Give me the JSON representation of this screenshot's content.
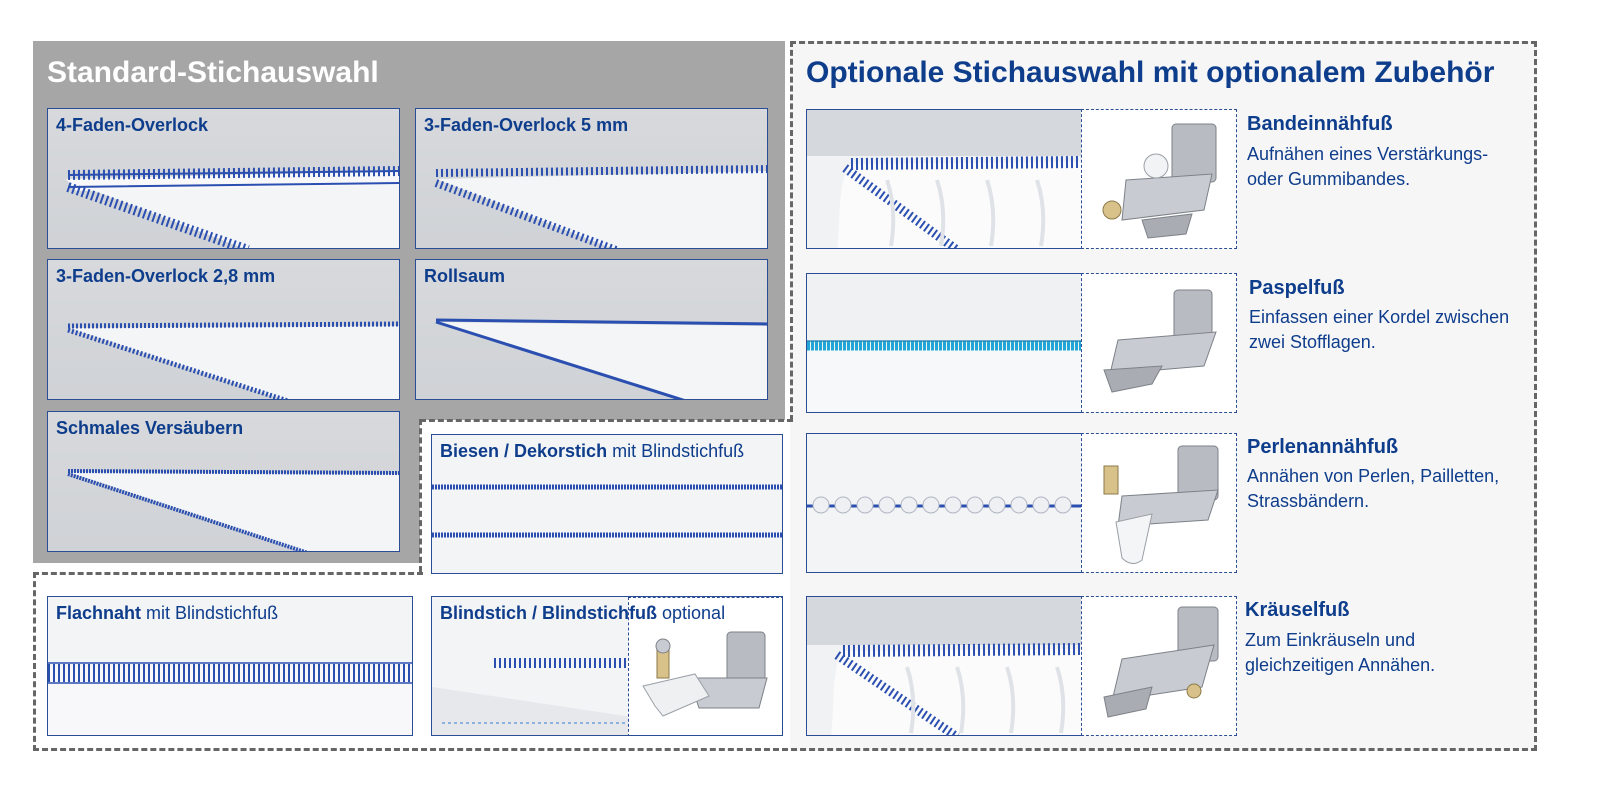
{
  "standard": {
    "title": "Standard-Stichauswahl",
    "tiles": [
      {
        "label": "4-Faden-Overlock"
      },
      {
        "label": "3-Faden-Overlock 5 mm"
      },
      {
        "label": "3-Faden-Overlock 2,8 mm"
      },
      {
        "label": "Rollsaum"
      },
      {
        "label": "Schmales Versäubern"
      },
      {
        "label": "Biesen / Dekorstich",
        "note": "mit Blindstichfuß"
      },
      {
        "label": "Flachnaht",
        "note": "mit Blindstichfuß"
      },
      {
        "label": "Blindstich / Blindstichfuß",
        "note": "optional"
      }
    ]
  },
  "optional": {
    "title": "Optionale Stichauswahl mit optionalem Zubehör",
    "feet": [
      {
        "title": "Bandeinnähfuß",
        "description": "Aufnähen eines Verstärkungs- oder Gummibandes."
      },
      {
        "title": "Paspelfuß",
        "description": "Einfassen einer Kordel zwischen zwei Stofflagen."
      },
      {
        "title": "Perlenannähfuß",
        "description": "Annähen von Perlen, Pailletten, Strassbändern."
      },
      {
        "title": "Kräuselfuß",
        "description": "Zum Einkräuseln und gleichzeitigen Annähen."
      }
    ]
  },
  "colors": {
    "accent": "#0e3d8c",
    "thread": "#2b4fb0",
    "piping": "#22a6d6",
    "panel": "#a6a6a6"
  }
}
